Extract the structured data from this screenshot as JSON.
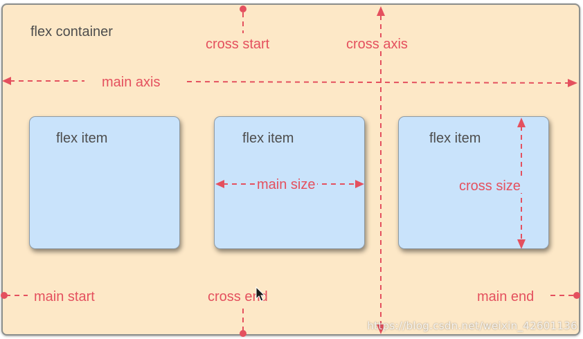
{
  "container": {
    "label": "flex container"
  },
  "items": [
    {
      "label": "flex item"
    },
    {
      "label": "flex item"
    },
    {
      "label": "flex item"
    }
  ],
  "axis_labels": {
    "main_axis": "main axis",
    "cross_axis": "cross axis",
    "cross_start": "cross start",
    "cross_end": "cross end",
    "main_start": "main start",
    "main_end": "main end",
    "main_size": "main size",
    "cross_size": "cross size"
  },
  "watermark": "https://blog.csdn.net/weixin_42601136",
  "colors": {
    "container_fill": "#fde8c7",
    "item_fill": "#c9e3fb",
    "annotation": "#e4505e",
    "text": "#4d4d4d"
  }
}
